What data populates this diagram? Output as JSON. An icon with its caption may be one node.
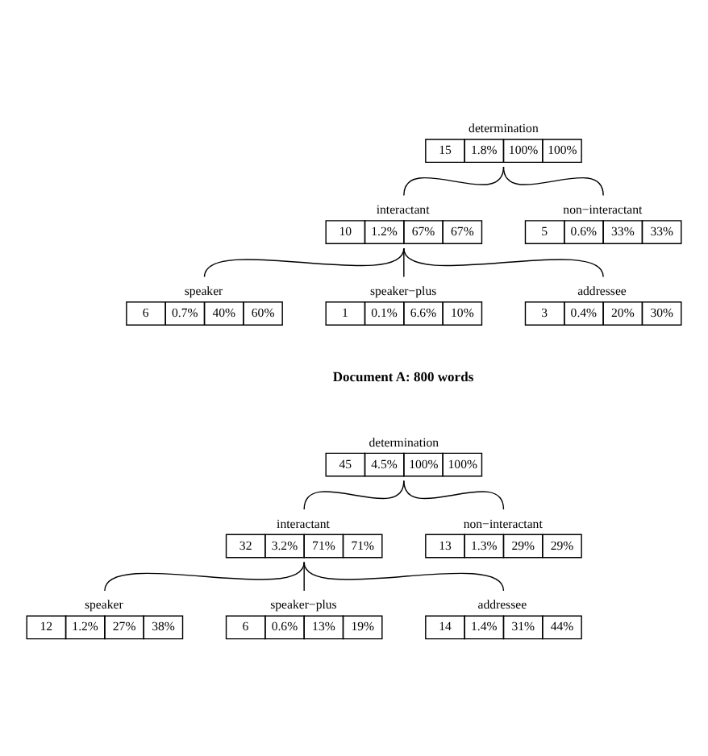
{
  "diagram": {
    "nodes": [
      {
        "text": [
          "determination",
          "15",
          "1.8%",
          "100%",
          "100%"
        ]
      },
      {
        "text": [
          "interactant",
          "10",
          "1.2%",
          "67%",
          "67%"
        ]
      },
      {
        "text": [
          "non−interactant",
          "5",
          "0.6%",
          "33%",
          "33%"
        ]
      },
      {
        "text": [
          "speaker",
          "6",
          "0.7%",
          "40%",
          "60%"
        ]
      },
      {
        "text": [
          "speaker−plus",
          "1",
          "0.1%",
          "6.6%",
          "10%"
        ]
      },
      {
        "text": [
          "addressee",
          "3",
          "0.4%",
          "20%",
          "30%"
        ]
      },
      {
        "text": [
          "determination",
          "45",
          "4.5%",
          "100%",
          "100%"
        ]
      },
      {
        "text": [
          "interactant",
          "32",
          "3.2%",
          "71%",
          "71%"
        ]
      },
      {
        "text": [
          "non−interactant",
          "13",
          "1.3%",
          "29%",
          "29%"
        ]
      },
      {
        "text": [
          "speaker",
          "12",
          "1.2%",
          "27%",
          "38%"
        ]
      },
      {
        "text": [
          "speaker−plus",
          "6",
          "0.6%",
          "13%",
          "19%"
        ]
      },
      {
        "text": [
          "addressee",
          "14",
          "1.4%",
          "31%",
          "44%"
        ]
      }
    ],
    "edges": [
      {
        "from": 0,
        "to": 1,
        "arrow": "none"
      },
      {
        "from": 0,
        "to": 2,
        "arrow": "none"
      },
      {
        "from": 1,
        "to": 3,
        "arrow": "none"
      },
      {
        "from": 1,
        "to": 4,
        "arrow": "none"
      },
      {
        "from": 1,
        "to": 5,
        "arrow": "none"
      },
      {
        "from": 6,
        "to": 7,
        "arrow": "none"
      },
      {
        "from": 6,
        "to": 8,
        "arrow": "none"
      },
      {
        "from": 7,
        "to": 9,
        "arrow": "none"
      },
      {
        "from": 7,
        "to": 10,
        "arrow": "none"
      },
      {
        "from": 7,
        "to": 11,
        "arrow": "none"
      }
    ],
    "labels": [
      "Document A: 800 words"
    ]
  }
}
